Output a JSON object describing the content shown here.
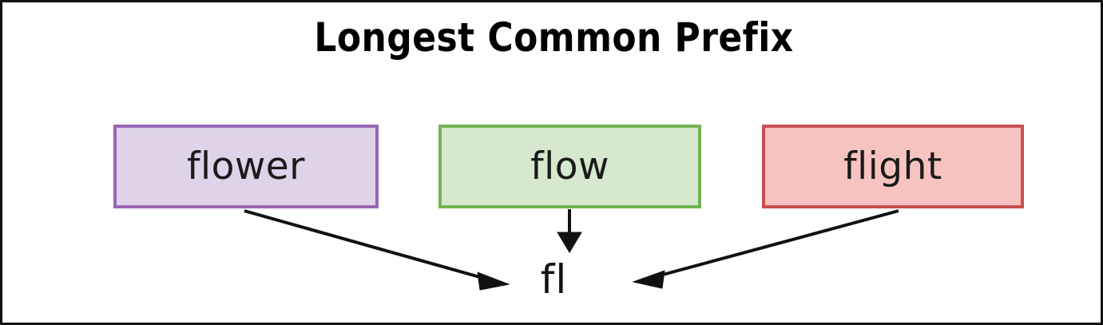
{
  "diagram": {
    "title": "Longest Common Prefix",
    "frame_border_color": "#111111",
    "background_color": "#ffffff",
    "result": "fl",
    "boxes": [
      {
        "label": "flower",
        "fill_color": "#ded3e8",
        "border_color": "#9a66b4",
        "name": "flower"
      },
      {
        "label": "flow",
        "fill_color": "#d6e8cd",
        "border_color": "#72b352",
        "name": "flow"
      },
      {
        "label": "flight",
        "fill_color": "#f6c3c1",
        "border_color": "#c8504f",
        "name": "flight"
      }
    ],
    "arrows": [
      {
        "name": "flower-to-result",
        "from": "flower",
        "to": "result",
        "color": "#111111"
      },
      {
        "name": "flow-to-result",
        "from": "flow",
        "to": "result",
        "color": "#111111"
      },
      {
        "name": "flight-to-result",
        "from": "flight",
        "to": "result",
        "color": "#111111"
      }
    ]
  }
}
